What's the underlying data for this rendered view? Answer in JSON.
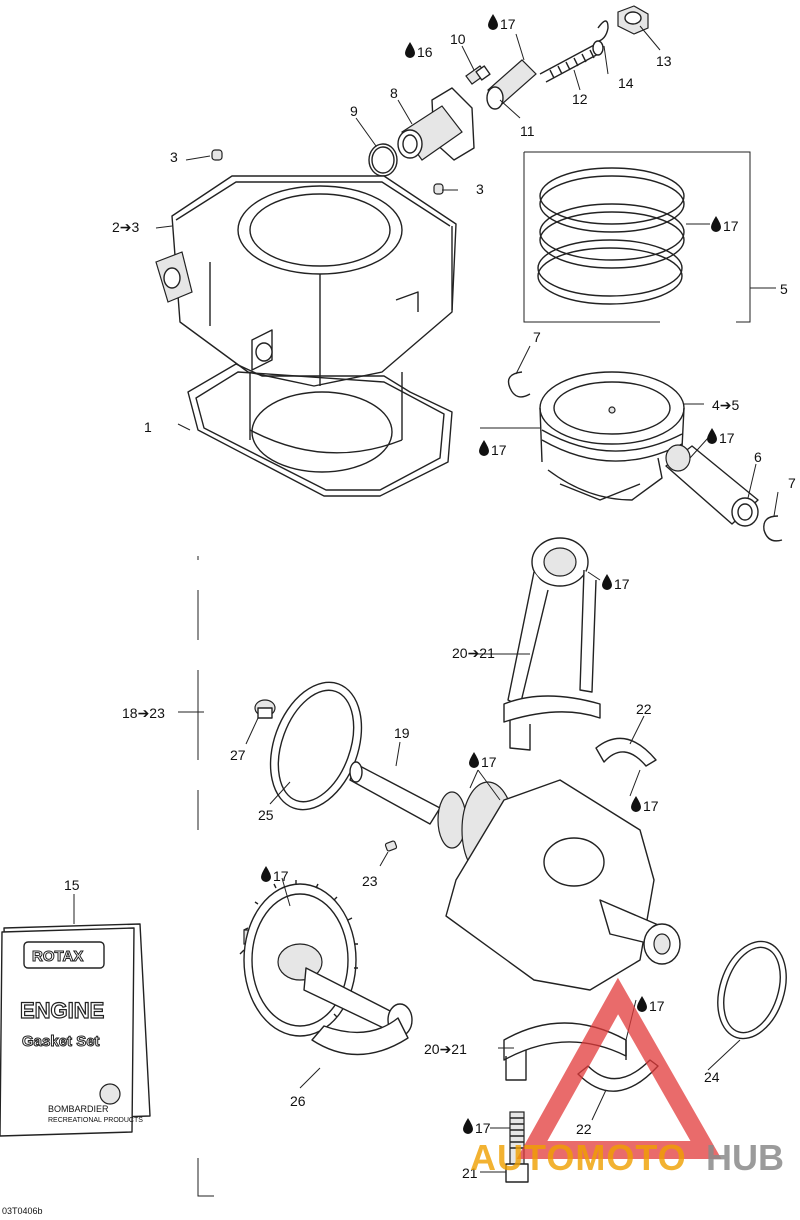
{
  "callouts": [
    {
      "text": "1"
    },
    {
      "text": "2➔3"
    },
    {
      "text": "3"
    },
    {
      "text": "3"
    },
    {
      "text": "4➔5"
    },
    {
      "text": "5"
    },
    {
      "text": "6"
    },
    {
      "text": "7"
    },
    {
      "text": "7"
    },
    {
      "text": "8"
    },
    {
      "text": "9"
    },
    {
      "text": "10"
    },
    {
      "text": "11"
    },
    {
      "text": "12"
    },
    {
      "text": "13"
    },
    {
      "text": "14"
    },
    {
      "text": "15"
    },
    {
      "text": "18➔23"
    },
    {
      "text": "19"
    },
    {
      "text": "20➔21"
    },
    {
      "text": "20➔21"
    },
    {
      "text": "21"
    },
    {
      "text": "22"
    },
    {
      "text": "22"
    },
    {
      "text": "23"
    },
    {
      "text": "24"
    },
    {
      "text": "25"
    },
    {
      "text": "26"
    },
    {
      "text": "27"
    }
  ],
  "lube_marks": [
    {
      "text": "17"
    },
    {
      "text": "16"
    },
    {
      "text": "17"
    },
    {
      "text": "17"
    },
    {
      "text": "17"
    },
    {
      "text": "17"
    },
    {
      "text": "17"
    },
    {
      "text": "17"
    },
    {
      "text": "17"
    },
    {
      "text": "17"
    },
    {
      "text": "17"
    }
  ],
  "booklet": {
    "brand": "ROTAX",
    "title_1": "ENGINE",
    "title_2": "Gasket Set",
    "maker_1": "BOMBARDIER",
    "maker_2": "RECREATIONAL PRODUCTS"
  },
  "figure_code": "03T0406b",
  "watermark": {
    "part_a": "AUTOMOTO",
    "part_b": "HUB",
    "colors": {
      "triangle": "#e23a3a",
      "orange": "#f0a000",
      "gray": "#8a8a8a"
    }
  }
}
